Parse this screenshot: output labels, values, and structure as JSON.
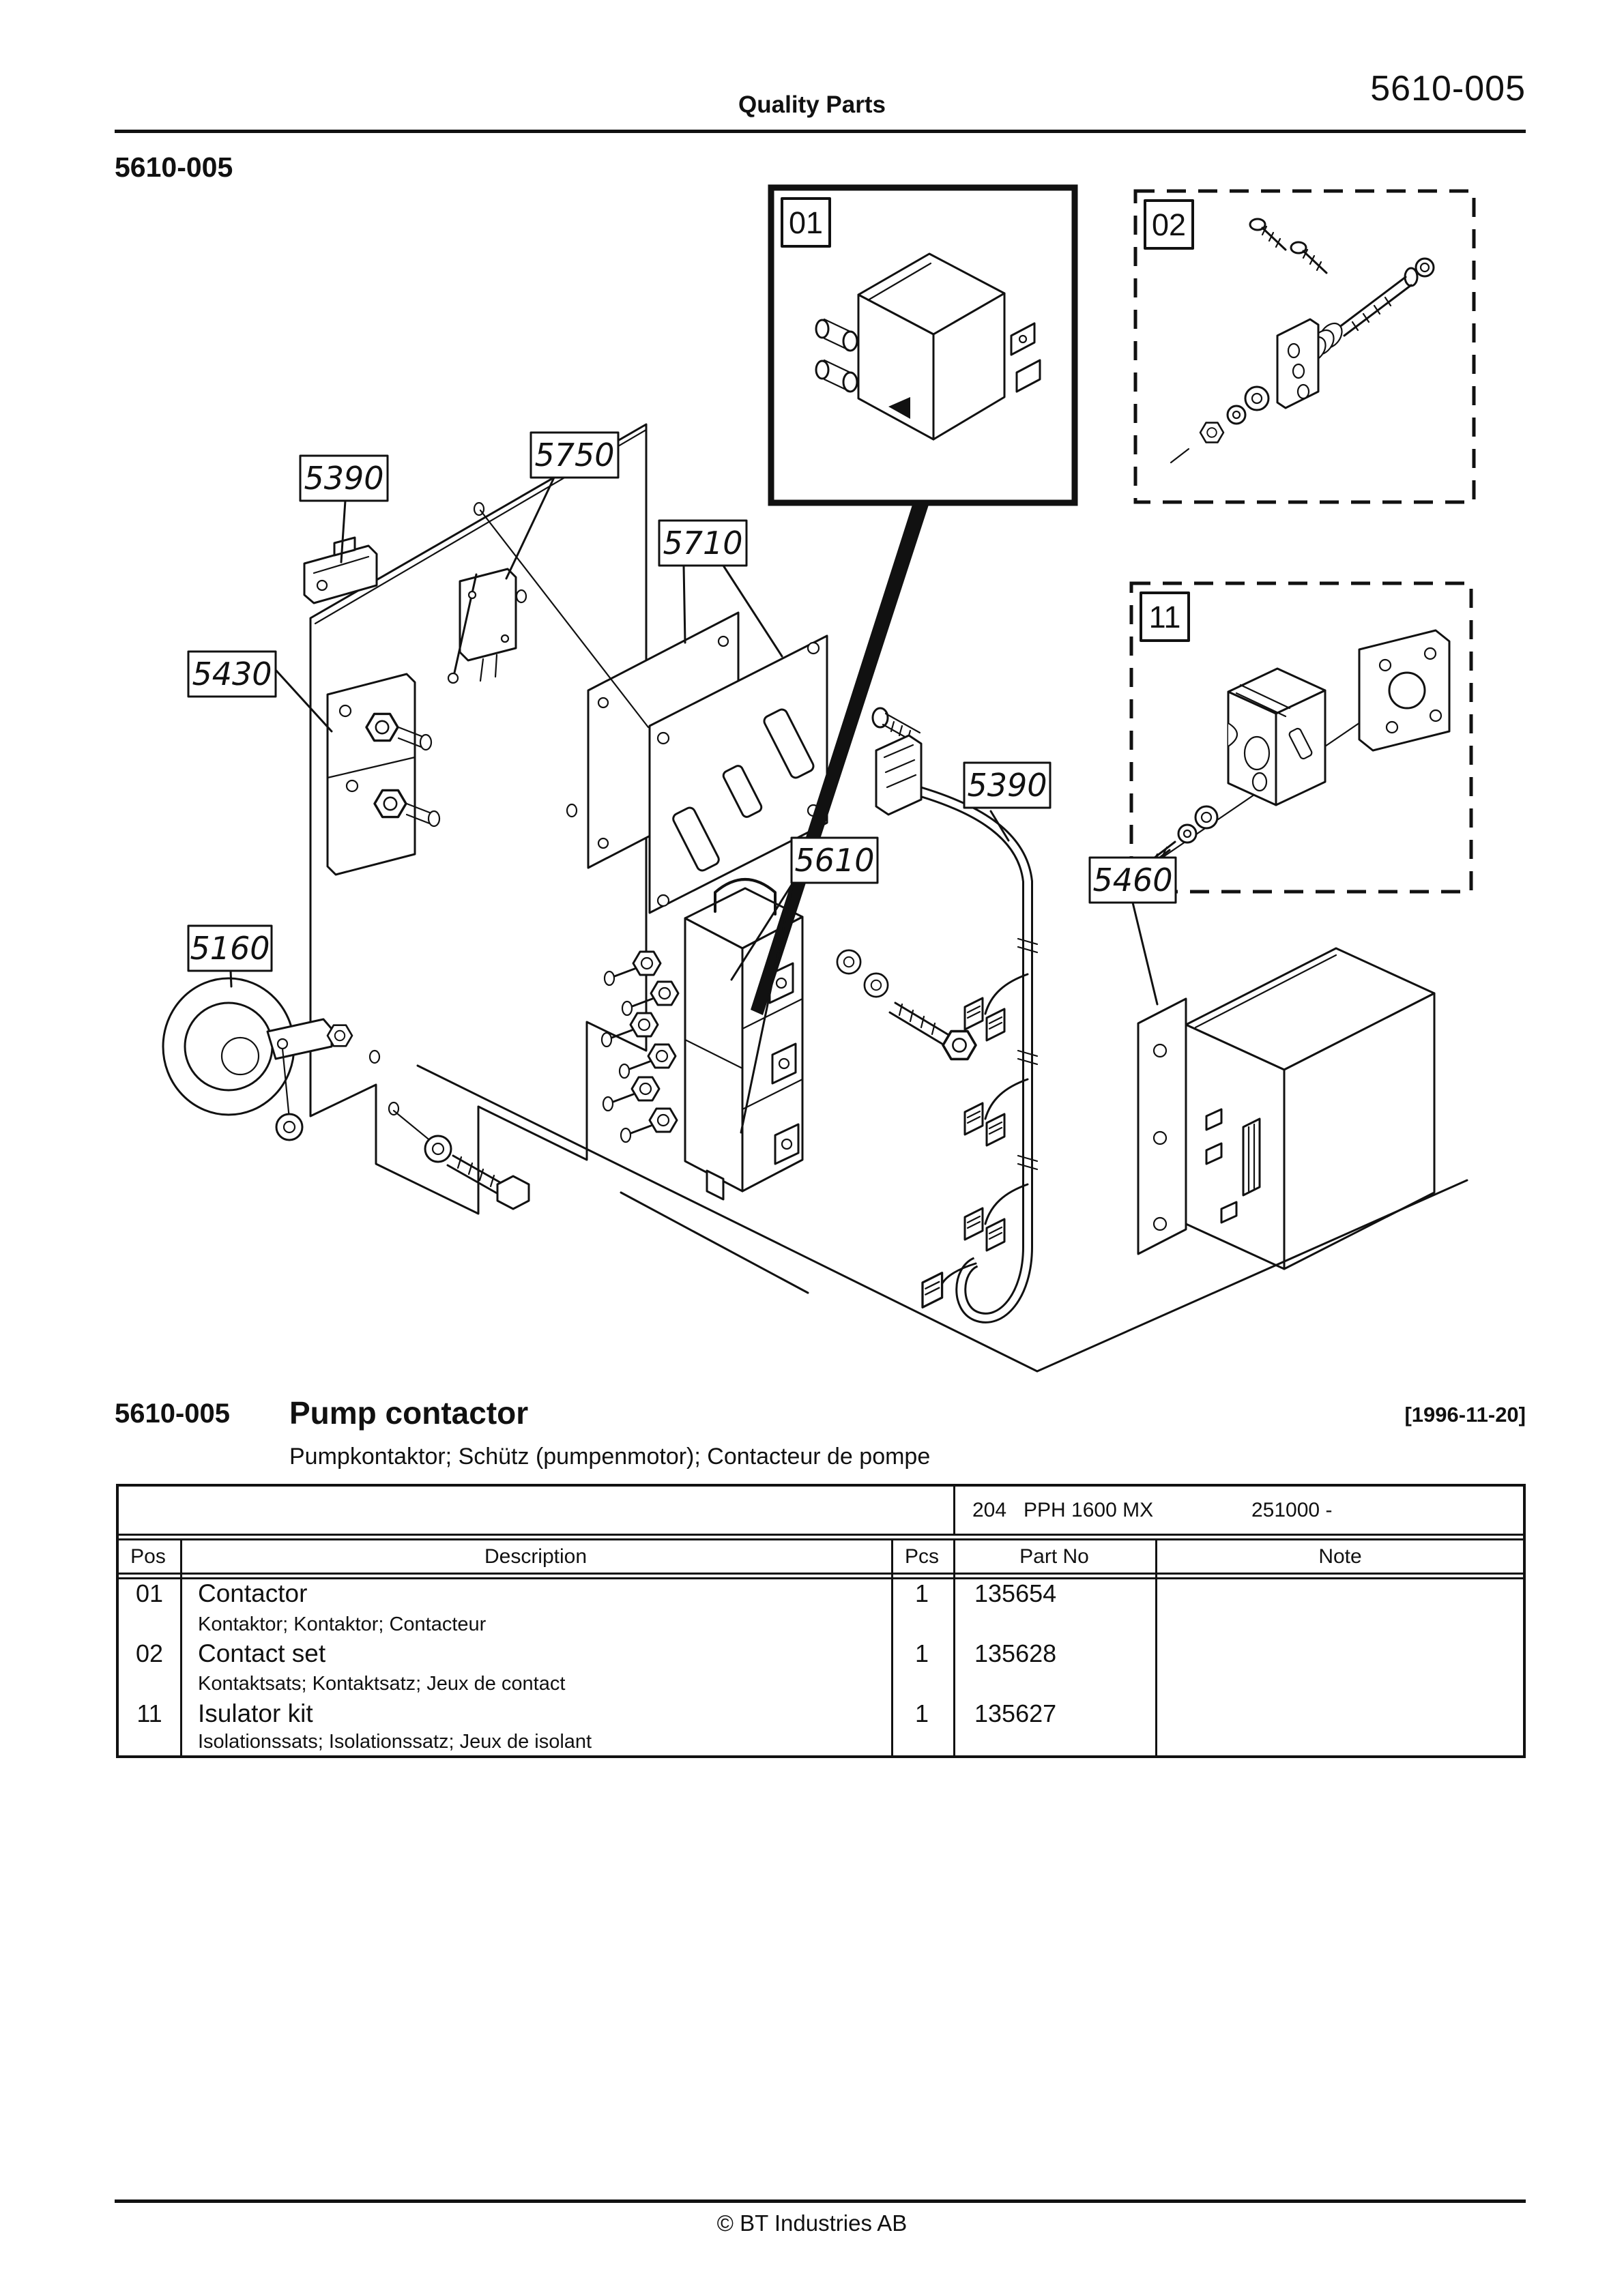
{
  "colors": {
    "ink": "#111111",
    "paper": "#ffffff"
  },
  "header": {
    "doc_code": "5610-005",
    "center_title": "Quality Parts",
    "section_code": "5610-005"
  },
  "section": {
    "code": "5610-005",
    "title": "Pump contactor",
    "date": "[1996-11-20]",
    "subtitle": "Pumpkontaktor; Schütz (pumpenmotor); Contacteur de pompe"
  },
  "diagram": {
    "callouts": [
      {
        "id": "01",
        "text": "01"
      },
      {
        "id": "02",
        "text": "02"
      },
      {
        "id": "11",
        "text": "11"
      }
    ],
    "labels": [
      {
        "id": "5390-left",
        "text": "5390"
      },
      {
        "id": "5750",
        "text": "5750"
      },
      {
        "id": "5710",
        "text": "5710"
      },
      {
        "id": "5430",
        "text": "5430"
      },
      {
        "id": "5160",
        "text": "5160"
      },
      {
        "id": "5610",
        "text": "5610"
      },
      {
        "id": "5390-right",
        "text": "5390"
      },
      {
        "id": "5460",
        "text": "5460"
      }
    ]
  },
  "table": {
    "model_row": {
      "code": "204",
      "model": "PPH 1600 MX",
      "serial": "251000 -"
    },
    "columns": [
      "Pos",
      "Description",
      "Pcs",
      "Part No",
      "Note"
    ],
    "rows": [
      {
        "pos": "01",
        "description": "Contactor",
        "description_i18n": "Kontaktor; Kontaktor; Contacteur",
        "pcs": "1",
        "part_no": "135654",
        "note": ""
      },
      {
        "pos": "02",
        "description": "Contact set",
        "description_i18n": "Kontaktsats; Kontaktsatz; Jeux de contact",
        "pcs": "1",
        "part_no": "135628",
        "note": ""
      },
      {
        "pos": "11",
        "description": "Isulator kit",
        "description_i18n": "Isolationssats; Isolationssatz; Jeux de isolant",
        "pcs": "1",
        "part_no": "135627",
        "note": ""
      }
    ]
  },
  "footer": {
    "copyright": "© BT Industries AB"
  }
}
